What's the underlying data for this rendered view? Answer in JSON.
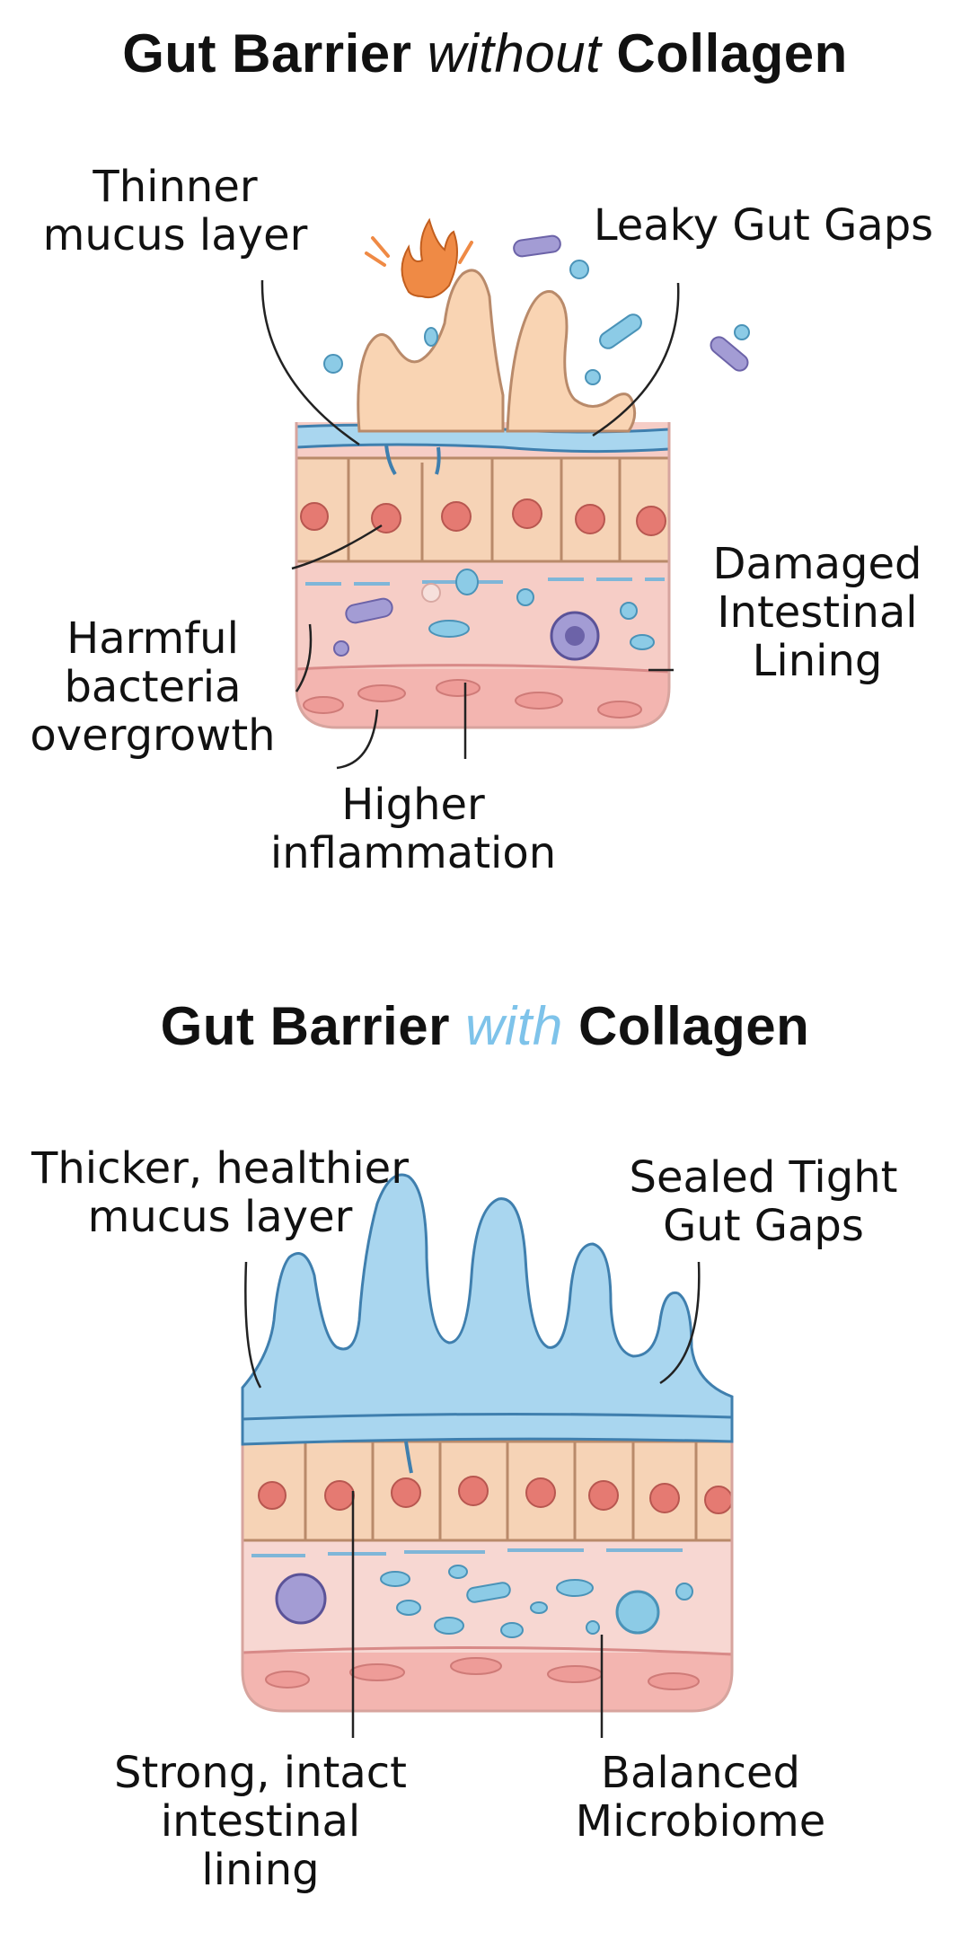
{
  "panels": [
    {
      "title": {
        "prefix": "Gut Barrier ",
        "emphasis": "without",
        "suffix": " Collagen"
      },
      "labels": {
        "mucus": "Thinner\nmucus layer",
        "gaps": "Leaky Gut Gaps",
        "lining": "Damaged\nIntestinal\nLining",
        "bacteria": "Harmful\nbacteria\novergrowth",
        "inflammation": "Higher\ninflammation"
      }
    },
    {
      "title": {
        "prefix": "Gut Barrier ",
        "emphasis": "with",
        "suffix": " Collagen"
      },
      "labels": {
        "mucus": "Thicker, healthier\nmucus layer",
        "gaps": "Sealed Tight\nGut Gaps",
        "lining": "Strong, intact\nintestinal\nlining",
        "microbiome": "Balanced\nMicrobiome"
      }
    }
  ],
  "colors": {
    "mucus_blue": "#a9d6ef",
    "mucus_outline": "#3f7fae",
    "villi_peach": "#f9d4b3",
    "cell_fill": "#f6d3b6",
    "nucleus": "#e57a72",
    "tissue_pink": "#f6cdc6",
    "vessel_pink": "#f1a9a6",
    "bacteria_purple": "#a39cd4",
    "bacteria_blue": "#8ccbe6",
    "flame": "#ef8a45",
    "emphasis_blue": "#7ec3ea"
  }
}
